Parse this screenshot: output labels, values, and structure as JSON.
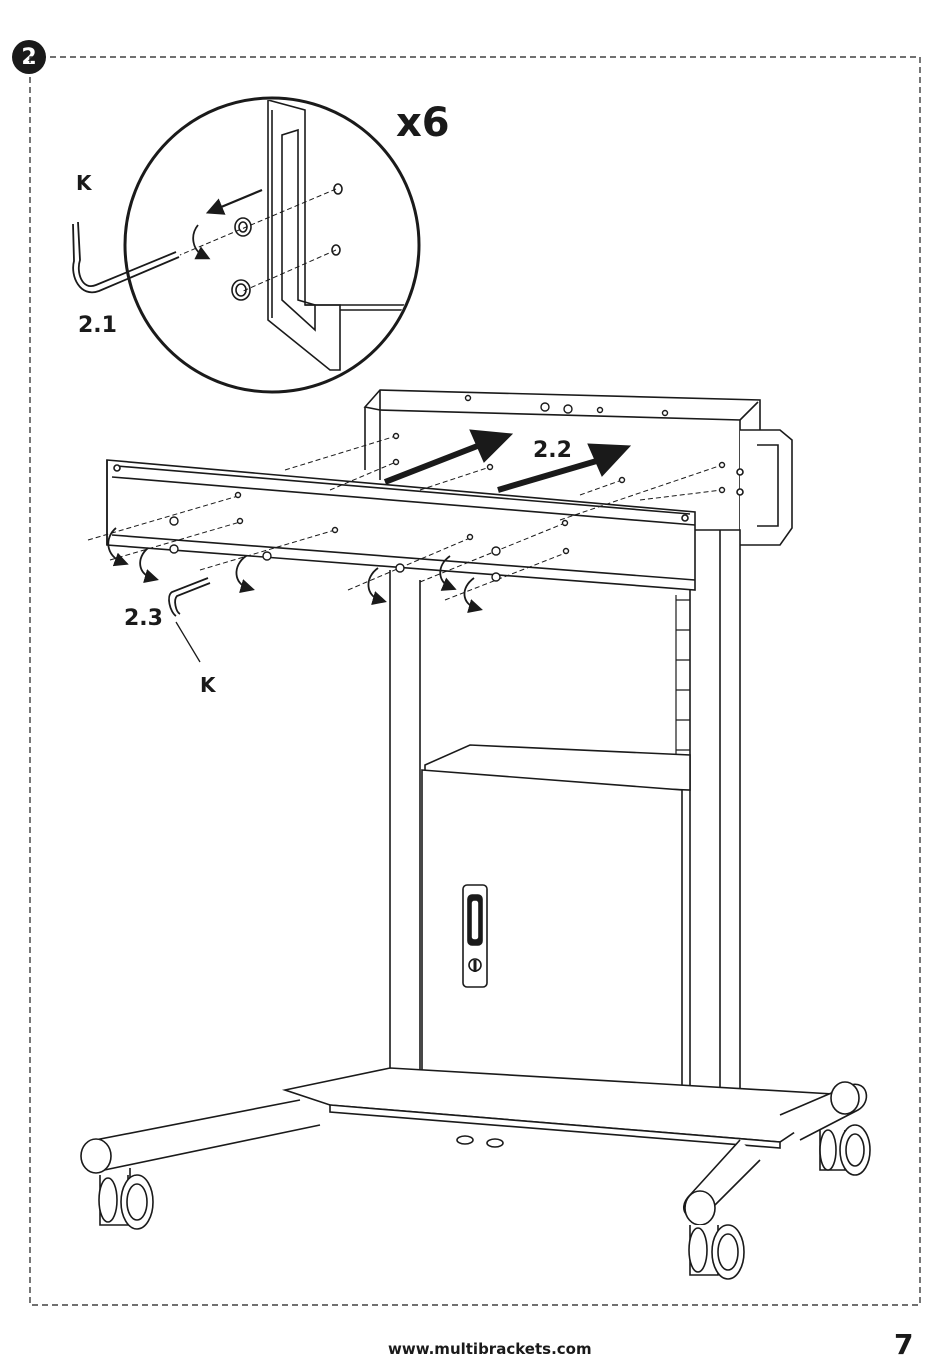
{
  "step": {
    "number": "2"
  },
  "detail": {
    "quantity": "x6",
    "tool_label_top": "K",
    "substep_1": "2.1"
  },
  "main": {
    "substep_2": "2.2",
    "substep_3": "2.3",
    "tool_label_bottom": "K"
  },
  "footer": {
    "url": "www.multibrackets.com",
    "page_number": "7"
  },
  "colors": {
    "ink": "#1a1a1a",
    "paper": "#ffffff"
  }
}
